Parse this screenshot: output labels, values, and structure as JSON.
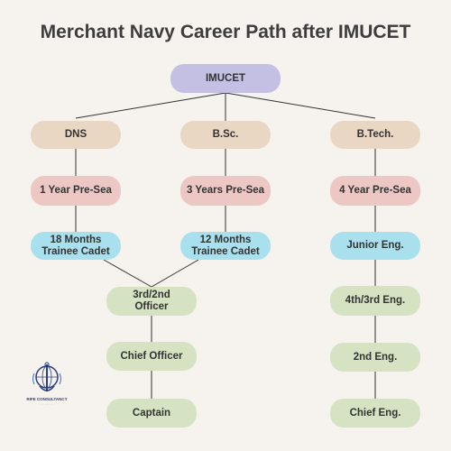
{
  "title": "Merchant Navy Career Path after IMUCET",
  "colors": {
    "root": "#c4c0e3",
    "degree": "#e9d7c3",
    "presea": "#edc7c4",
    "cadet": "#a9e0ee",
    "rank": "#d5e3c3",
    "line": "#333333"
  },
  "nodes": {
    "imucet": "IMUCET",
    "dns": "DNS",
    "bsc": "B.Sc.",
    "btech": "B.Tech.",
    "presea_dns": "1 Year Pre-Sea",
    "presea_bsc": "3 Years Pre-Sea",
    "presea_btech": "4 Year Pre-Sea",
    "cadet_dns": "18 Months Trainee Cadet",
    "cadet_bsc": "12 Months Trainee Cadet",
    "junior_eng": "Junior Eng.",
    "third_second_officer": "3rd/2nd Officer",
    "chief_officer": "Chief Officer",
    "captain": "Captain",
    "fourth_third_eng": "4th/3rd Eng.",
    "second_eng": "2nd Eng.",
    "chief_eng": "Chief Eng."
  },
  "logo": {
    "icon": "anchor-globe-icon",
    "name": "RIFE CONSULTANCY"
  }
}
